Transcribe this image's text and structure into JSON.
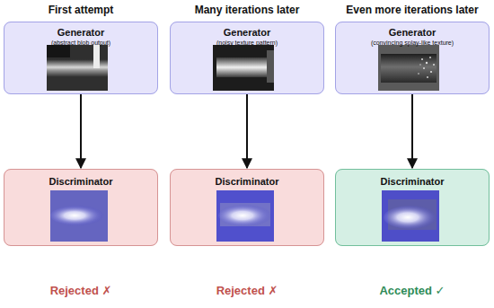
{
  "diagram": {
    "nodes": [
      {
        "text": [
          "Generator",
          "(abstract blob output)"
        ]
      },
      {
        "text": [
          "Generator",
          "(noisy texture pattern)"
        ]
      },
      {
        "text": [
          "Generator",
          "(convincing splay-like texture)"
        ]
      },
      {
        "text": [
          "Discriminator"
        ]
      },
      {
        "text": [
          "Discriminator"
        ]
      },
      {
        "text": [
          "Discriminator"
        ]
      }
    ],
    "edges": [
      {
        "from": 0,
        "to": 3,
        "arrow": "to"
      },
      {
        "from": 1,
        "to": 4,
        "arrow": "to"
      },
      {
        "from": 2,
        "to": 5,
        "arrow": "to"
      }
    ],
    "labels": [
      "First attempt",
      "Many iterations later",
      "Even more iterations later",
      "Rejected ✗",
      "Rejected ✗",
      "Accepted ✓"
    ]
  }
}
